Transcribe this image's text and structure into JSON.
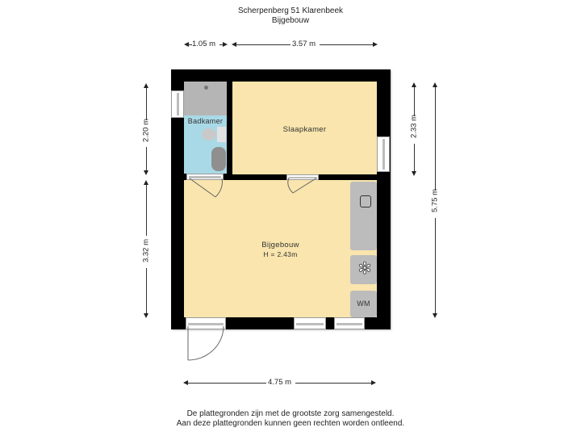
{
  "header": {
    "address": "Scherpenberg 51 Klarenbeek",
    "subtitle": "Bijgebouw"
  },
  "rooms": {
    "badkamer": {
      "label": "Badkamer",
      "color": "#a9d9e6"
    },
    "slaapkamer": {
      "label": "Slaapkamer",
      "color": "#f9e5ad"
    },
    "bijgebouw": {
      "label": "Bijgebouw",
      "height": "H = 2.43m",
      "color": "#f9e5ad"
    }
  },
  "fixtures": {
    "washing_machine": "WM"
  },
  "dimensions": {
    "top_left": "1.05 m",
    "top_right": "3.57 m",
    "left_top": "2.20 m",
    "left_bottom": "3.32 m",
    "right_inner": "2.33 m",
    "right_total": "5.75 m",
    "bottom_total": "4.75 m"
  },
  "footer": {
    "line1": "De plattegronden zijn met de grootste zorg samengesteld.",
    "line2": "Aan deze plattegronden kunnen geen rechten worden ontleend."
  }
}
